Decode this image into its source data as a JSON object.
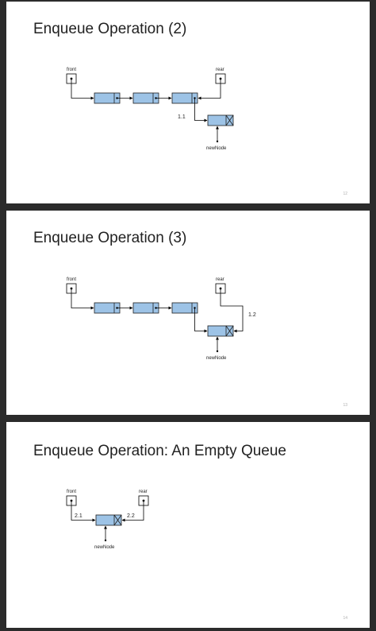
{
  "slides": [
    {
      "title": "Enqueue Operation (2)",
      "number": "12",
      "labels": {
        "front": "front",
        "rear": "rear",
        "new_node": "newNode",
        "step": "1.1"
      }
    },
    {
      "title": "Enqueue Operation (3)",
      "number": "13",
      "labels": {
        "front": "front",
        "rear": "rear",
        "new_node": "newNode",
        "step": "1.2"
      }
    },
    {
      "title": "Enqueue Operation: An Empty Queue",
      "number": "14",
      "labels": {
        "front": "front",
        "rear": "rear",
        "new_node": "newNode",
        "step_front": "2.1",
        "step_rear": "2.2"
      }
    }
  ],
  "colors": {
    "node_fill": "#9dc3e6",
    "node_stroke": "#1f1f1f",
    "line": "#000000"
  }
}
